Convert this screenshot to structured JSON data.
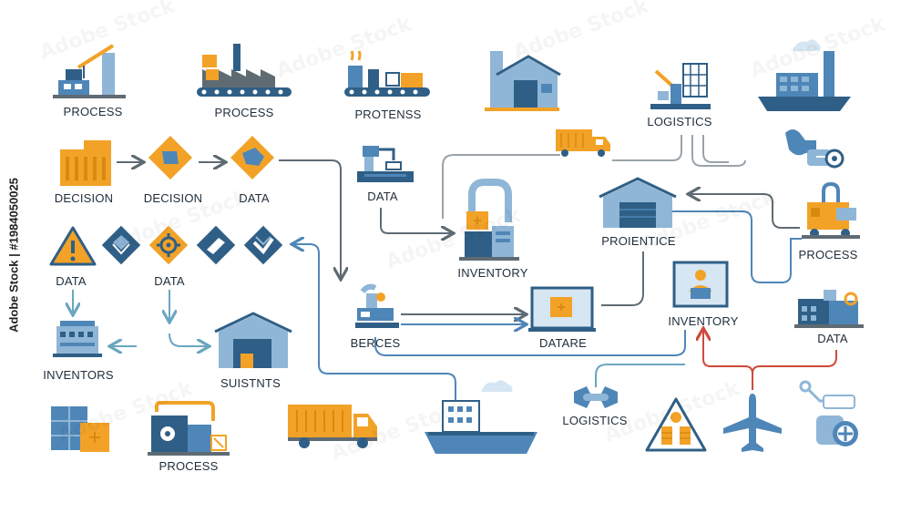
{
  "colors": {
    "navy": "#2f5f86",
    "blue": "#4f86b8",
    "lightblue": "#8fb6d6",
    "orange": "#f2a227",
    "gray": "#5f6b73",
    "red": "#cf4a3a"
  },
  "labels": {
    "process_1": "PROCESS",
    "process_2": "PROCESS",
    "protenss": "PROTENSS",
    "logistics_top": "LOGISTICS",
    "decision_1": "DECISION",
    "decision_2": "DECISION",
    "data_1": "DATA",
    "data_2": "DATA",
    "inventory_1": "INVENTORY",
    "proientice": "PROIENTICE",
    "process_3": "PROCESS",
    "data_3": "DATA",
    "data_4": "DATA",
    "berces": "BERCES",
    "datare": "DATARE",
    "inventory_2": "INVENTORY",
    "data_5": "DATA",
    "inventors": "INVENTORS",
    "suistnts": "SUISTNTS",
    "logistics_bottom": "LOGISTICS",
    "process_4": "PROCESS"
  },
  "side_text": "Adobe Stock | #1984050025"
}
